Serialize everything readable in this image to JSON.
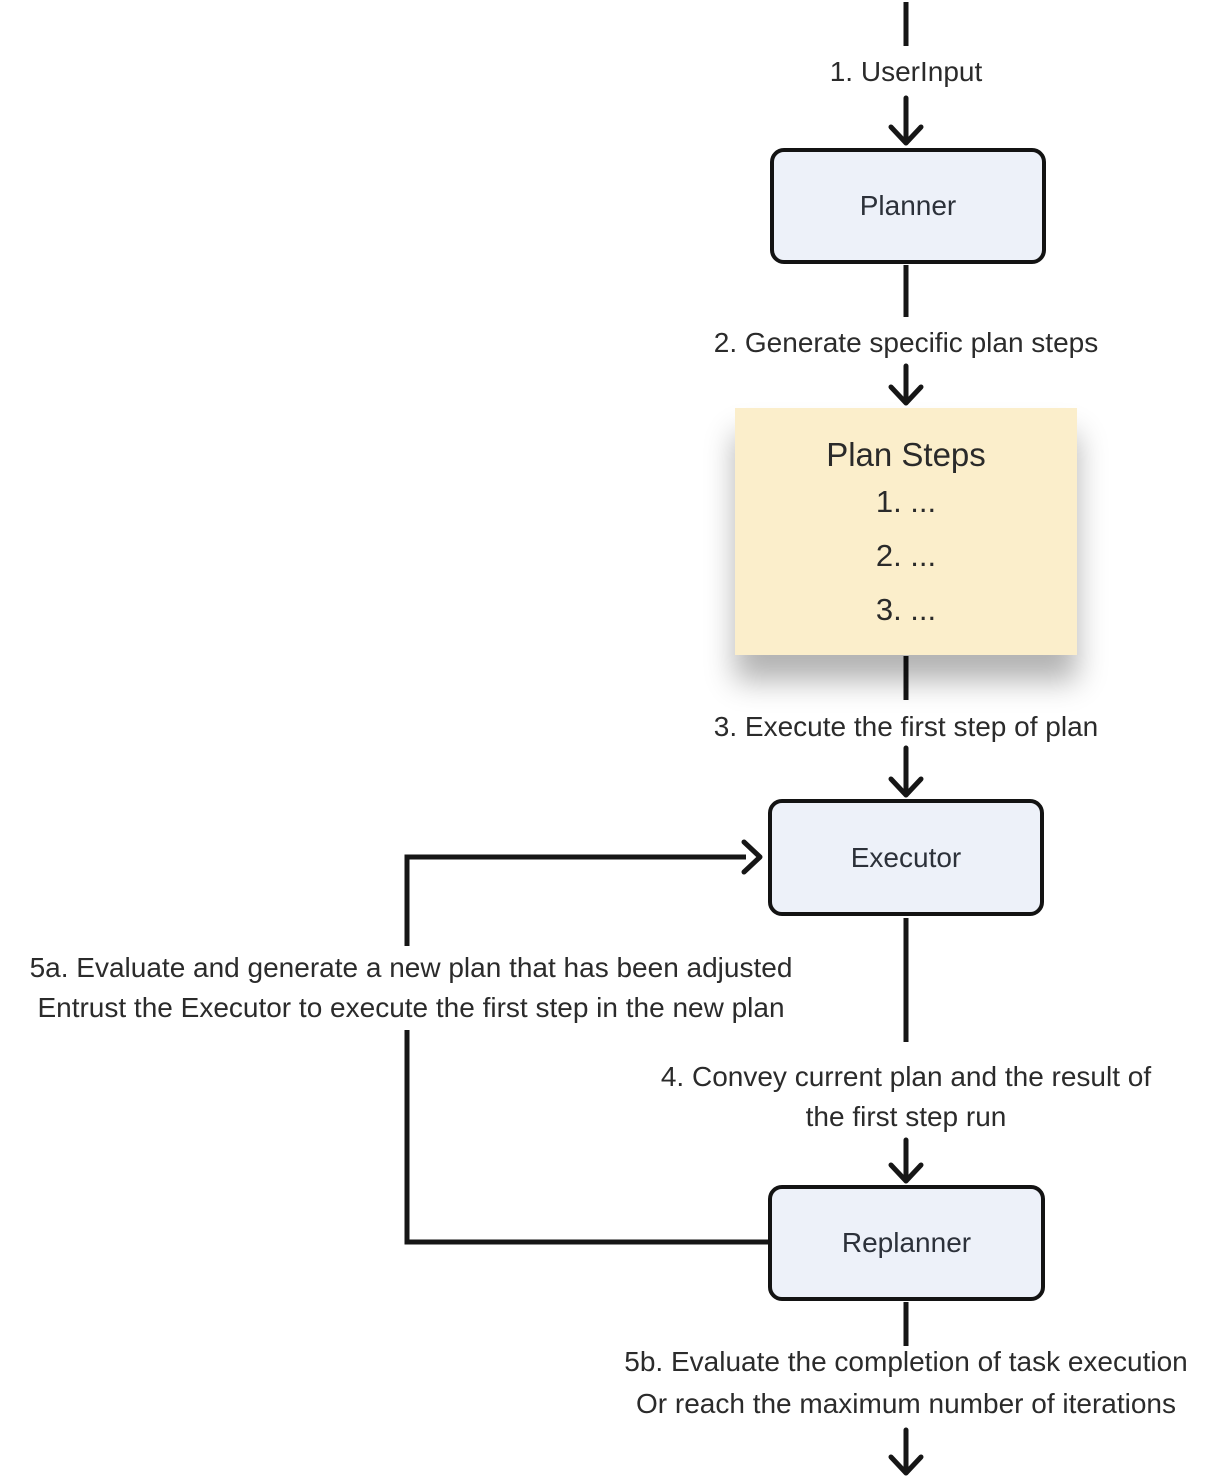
{
  "diagram_type": "flowchart",
  "colors": {
    "background": "#ffffff",
    "node-fill": "#edf1f9",
    "node-border": "#131313",
    "note-fill": "#fbeecb",
    "connector": "#161616",
    "text": "#2c313a",
    "label-text": "#2b2b2b"
  },
  "nodes": {
    "planner": {
      "label": "Planner"
    },
    "executor": {
      "label": "Executor"
    },
    "replanner": {
      "label": "Replanner"
    }
  },
  "plan_steps": {
    "title": "Plan Steps",
    "items": [
      "1. ...",
      "2. ...",
      "3. ..."
    ]
  },
  "edges": {
    "e1": {
      "label": "1. UserInput"
    },
    "e2": {
      "label": "2. Generate specific plan steps"
    },
    "e3": {
      "label": "3. Execute the first step of plan"
    },
    "e4": {
      "line1": "4. Convey current plan and the result of",
      "line2": "the first step run"
    },
    "e5a": {
      "line1": "5a. Evaluate and generate a new plan that has been adjusted",
      "line2": "Entrust the Executor to execute the first step in the new plan"
    },
    "e5b": {
      "line1": "5b. Evaluate the completion of task execution",
      "line2": "Or reach the maximum number of iterations"
    }
  }
}
